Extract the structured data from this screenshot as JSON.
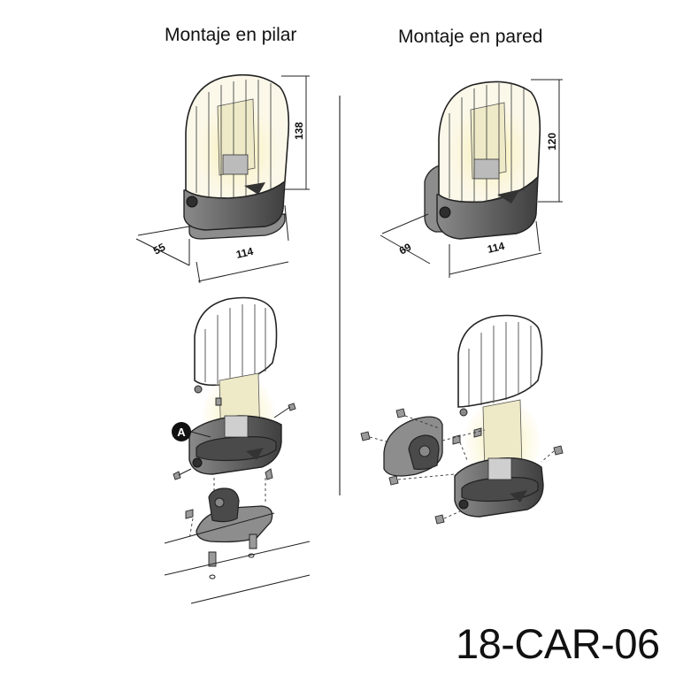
{
  "titles": {
    "left": "Montaje en pilar",
    "right": "Montaje en pared"
  },
  "dimensions": {
    "pillar_height": "138",
    "pillar_depth": "55",
    "pillar_width": "114",
    "wall_height": "120",
    "wall_depth": "69",
    "wall_width": "114"
  },
  "callout": "A",
  "product_code": "18-CAR-06"
}
